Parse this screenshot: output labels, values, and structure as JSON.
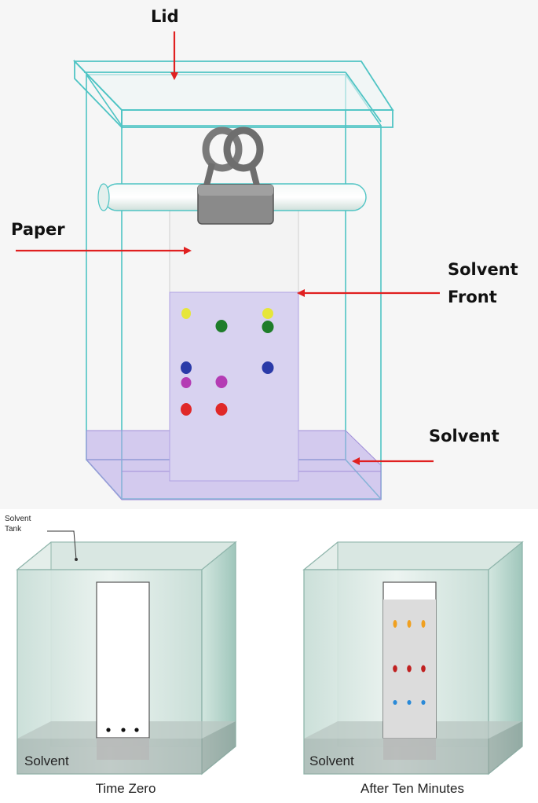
{
  "top_diagram": {
    "lid_label": "Lid",
    "paper_label": "Paper",
    "solvent_front_label_line1": "Solvent",
    "solvent_front_label_line2": "Front",
    "solvent_label": "Solvent"
  },
  "tank_left": {
    "callout_line1": "Solvent",
    "callout_line2": "Tank",
    "solvent_label": "Solvent",
    "caption": "Time Zero"
  },
  "tank_right": {
    "solvent_label": "Solvent",
    "caption": "After Ten Minutes"
  },
  "colors": {
    "glass_edge": "#4fc4c4",
    "arrow": "#e02020",
    "solvent": "#b7a6e8",
    "clip": "#8a8a8a",
    "spot_yellow": "#e6e63a",
    "spot_green": "#1e7d2a",
    "spot_blue": "#2a3aa8",
    "spot_magenta": "#b43cb4",
    "spot_red": "#e02828",
    "spot_orange": "#f0a020",
    "spot_darkred": "#c02020",
    "spot_lightblue": "#2a8ad8"
  }
}
